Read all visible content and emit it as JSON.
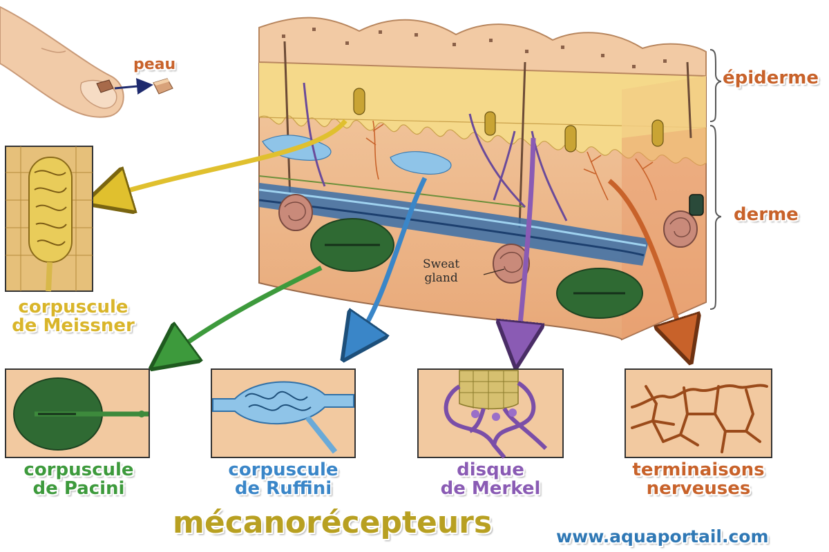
{
  "labels": {
    "peau": "peau",
    "epiderme": "épiderme",
    "derme": "derme",
    "sweat_gland_line1": "Sweat",
    "sweat_gland_line2": "gland",
    "meissner_line1": "corpuscule",
    "meissner_line2": "de Meissner",
    "pacini_line1": "corpuscule",
    "pacini_line2": "de Pacini",
    "ruffini_line1": "corpuscule",
    "ruffini_line2": "de Ruffini",
    "merkel_line1": "disque",
    "merkel_line2": "de Merkel",
    "terminaisons_line1": "terminaisons",
    "terminaisons_line2": "nerveuses",
    "title": "mécanorécepteurs",
    "website": "www.aquaportail.com"
  },
  "colors": {
    "meissner": "#d9b52a",
    "pacini": "#3d9a3c",
    "ruffini": "#3a86c8",
    "merkel": "#8a5bb4",
    "terminaisons": "#c8622a",
    "layer_labels": "#c8622a",
    "title": "#b8a021",
    "website": "#2f78b5"
  }
}
